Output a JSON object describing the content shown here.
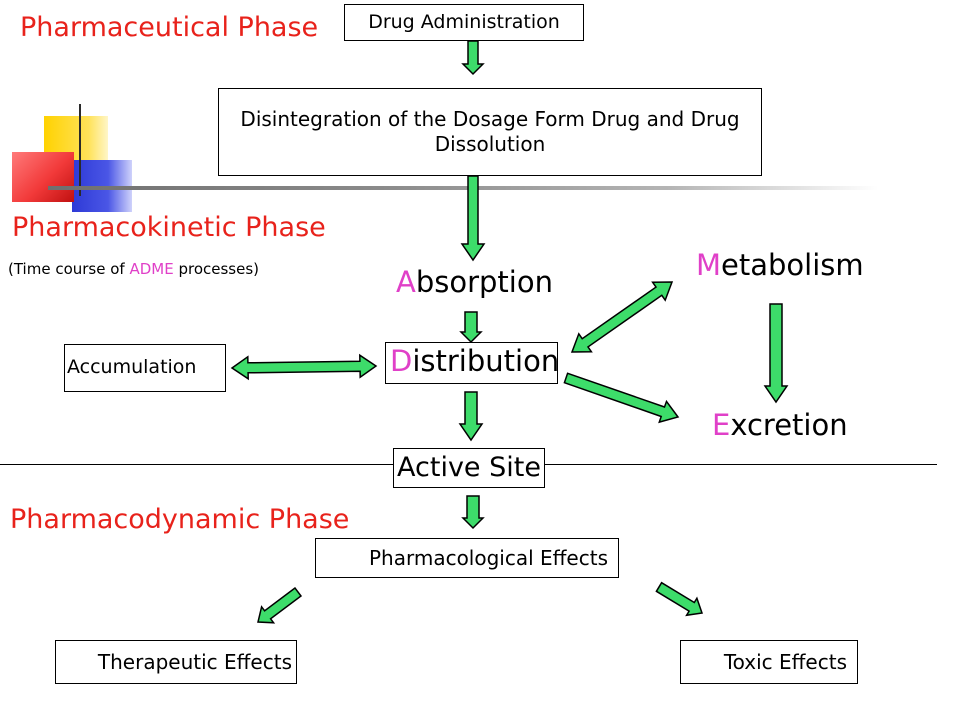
{
  "phases": {
    "pharmaceutical": "Pharmaceutical Phase",
    "pharmacokinetic": "Pharmacokinetic Phase",
    "pharmacodynamic": "Pharmacodynamic Phase"
  },
  "pk_note": {
    "open": "(Time course of ",
    "highlight": "ADME",
    "close": " processes)"
  },
  "boxes": {
    "drug_administration": "Drug Administration",
    "disintegration": "Disintegration of the Dosage Form Drug and Drug Dissolution",
    "accumulation": "Accumulation",
    "active_site": "Active Site",
    "pharmacological_effects": "Pharmacological Effects",
    "therapeutic_effects": "Therapeutic Effects",
    "toxic_effects": "Toxic Effects"
  },
  "terms": {
    "absorption": {
      "initial": "A",
      "rest": "bsorption"
    },
    "distribution": {
      "initial": "D",
      "rest": "istribution"
    },
    "metabolism": {
      "initial": "M",
      "rest": "etabolism"
    },
    "excretion": {
      "initial": "E",
      "rest": "xcretion"
    }
  },
  "colors": {
    "phase_title": "#e8221b",
    "initial_highlight": "#e040c8",
    "arrow_fill": "#3ddc6a"
  }
}
